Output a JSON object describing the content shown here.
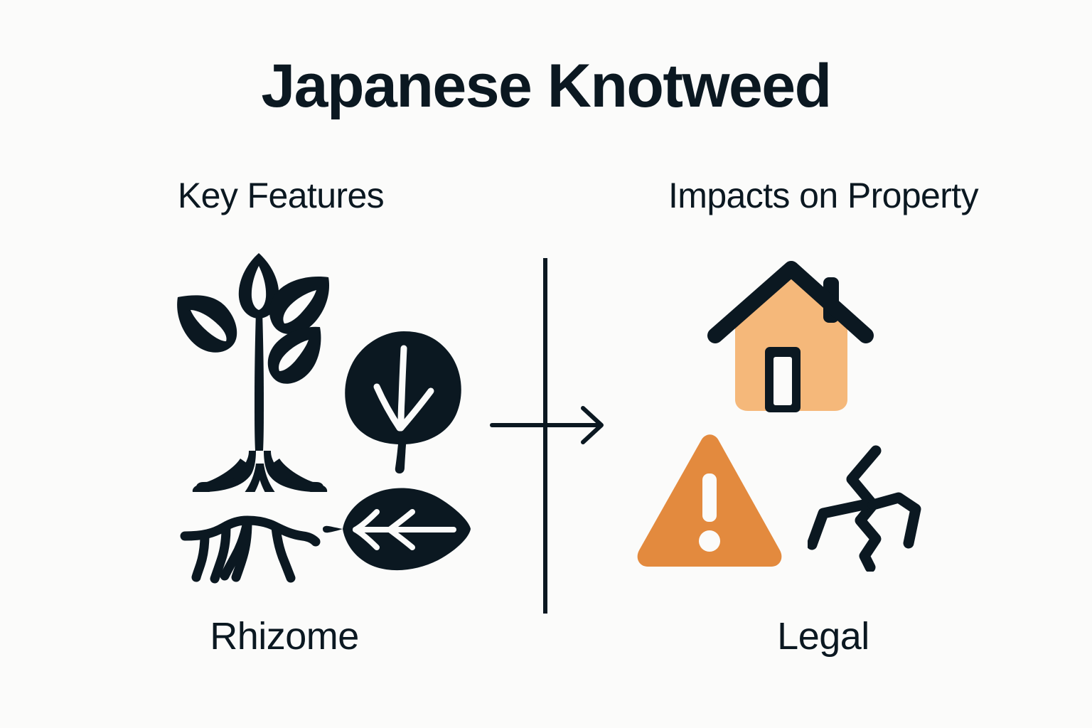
{
  "page": {
    "background_color": "#FBFBFA",
    "ink_color": "#0B1821",
    "accent_orange": "#E38A3E",
    "accent_peach": "#F5B87A",
    "title": "Japanese Knotweed"
  },
  "columns": {
    "left": {
      "heading": "Key Features",
      "label": "Rhizome",
      "icons": [
        {
          "name": "sprout-plant-with-roots-icon",
          "alt": "plant with leaves and roots"
        },
        {
          "name": "rhizome-root-icon",
          "alt": "horizontal underground rhizome"
        },
        {
          "name": "leaf-arrow-down-icon",
          "alt": "shield-shaped leaf with downward arrow vein"
        },
        {
          "name": "leaf-arrow-left-icon",
          "alt": "horizontal leaf with leftward arrow vein"
        }
      ]
    },
    "right": {
      "heading": "Impacts on Property",
      "label": "Legal",
      "icons": [
        {
          "name": "house-icon",
          "alt": "house with chimney and door"
        },
        {
          "name": "warning-triangle-icon",
          "alt": "orange warning triangle with exclamation mark"
        },
        {
          "name": "wall-crack-icon",
          "alt": "jagged structural crack"
        }
      ]
    }
  },
  "divider": {
    "name": "vertical-divider-with-right-arrow",
    "arrow_direction": "right"
  }
}
